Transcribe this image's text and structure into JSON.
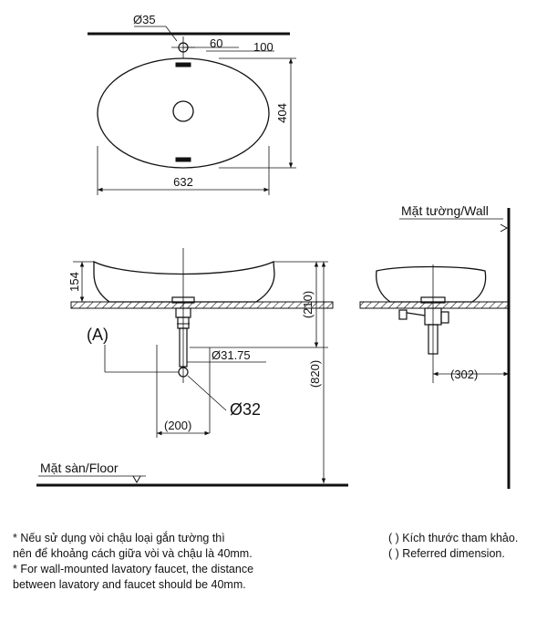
{
  "top_view": {
    "drain_dia": "Ø35",
    "offset_a": "60",
    "offset_b": "100",
    "depth": "404",
    "width": "632"
  },
  "front_view": {
    "height": "154",
    "counter_to_drain": "(210)",
    "pipe_dia": "Ø31.75",
    "outlet_dia": "Ø32",
    "outlet_offset": "(200)",
    "floor_height": "(820)",
    "detail_label": "(A)",
    "floor_label": "Mặt sàn/Floor"
  },
  "side_view": {
    "wall_label": "Mặt tường/Wall",
    "wall_offset": "(302)"
  },
  "notes": {
    "vi_line1": "* Nếu sử dụng vòi chậu loại gắn tường thì",
    "vi_line2": "  nên để khoảng cách giữa vòi và chậu là 40mm.",
    "en_line1": "* For wall-mounted lavatory faucet, the distance",
    "en_line2": "  between lavatory and faucet should be 40mm.",
    "ref_vi": "( ) Kích thước tham khảo.",
    "ref_en": "( ) Referred dimension."
  }
}
